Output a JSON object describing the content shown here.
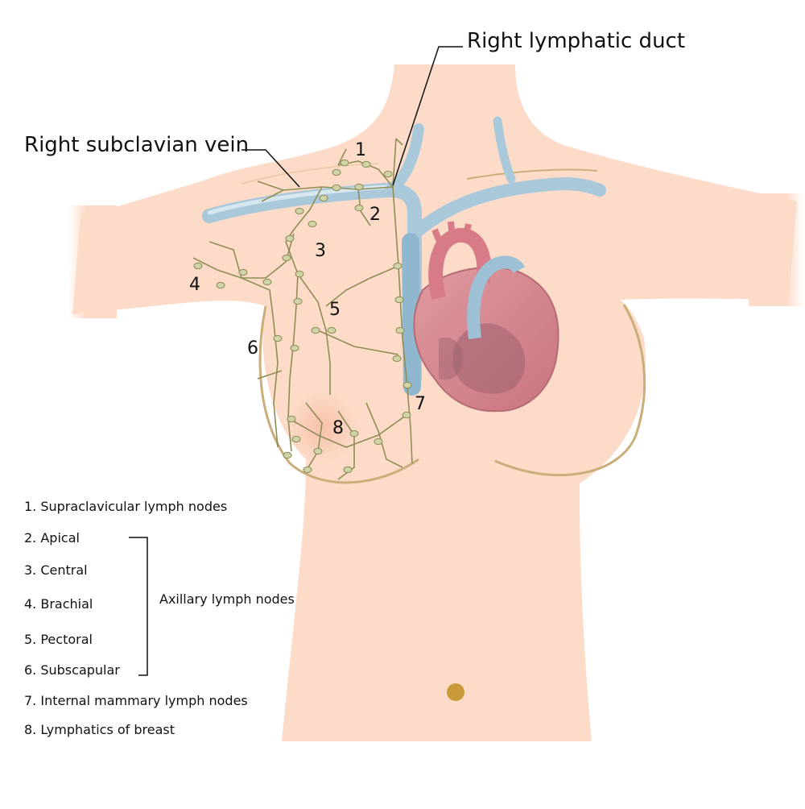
{
  "callouts": {
    "right_lymphatic_duct": "Right lymphatic duct",
    "right_subclavian_vein": "Right subclavian vein"
  },
  "markers": [
    "1",
    "2",
    "3",
    "4",
    "5",
    "6",
    "7",
    "8"
  ],
  "legend": [
    "1. Supraclavicular lymph nodes",
    "2. Apical",
    "3. Central",
    "4. Brachial",
    "5. Pectoral",
    "6. Subscapular",
    "7. Internal mammary lymph nodes",
    "8. Lymphatics of breast"
  ],
  "group_label": "Axillary lymph nodes",
  "colors": {
    "skin": "#fcdcc8",
    "vein": "#b8d4e4",
    "lymph_vessel": "#8f8d55",
    "lymph_node": "#cfd3a8",
    "heart": "#d9848c",
    "heart_dark": "#9c6070",
    "breast_outline": "#c9ae7a",
    "navel": "#c99a3a"
  }
}
